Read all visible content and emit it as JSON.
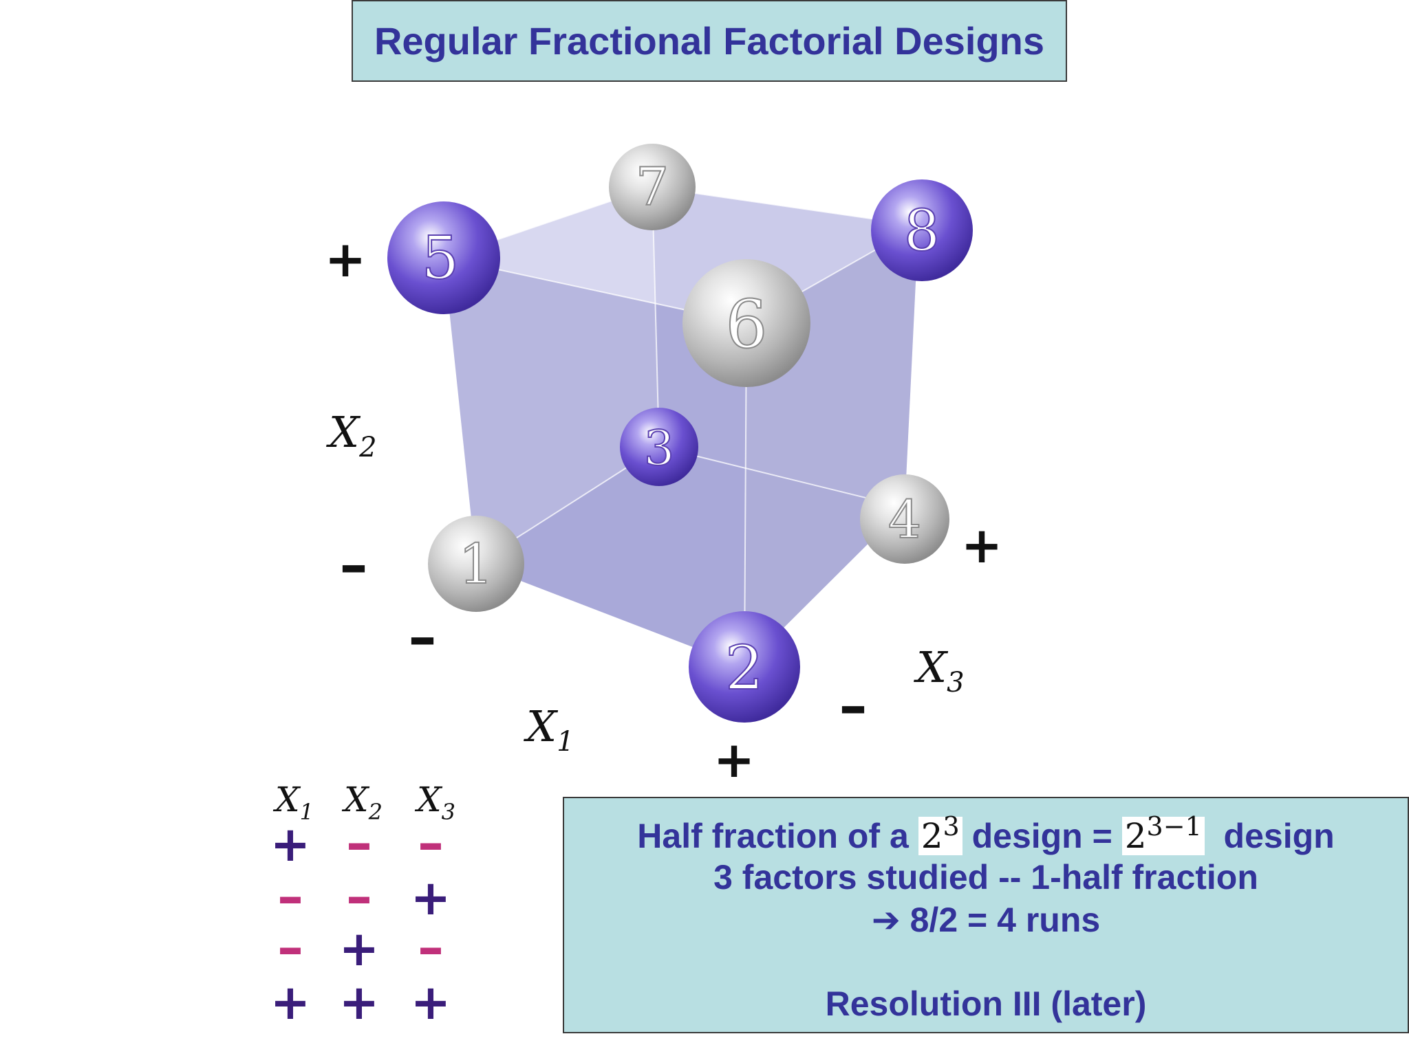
{
  "title": "Regular Fractional Factorial Designs",
  "colors": {
    "title_bg": "#b8dfe2",
    "title_text": "#33339a",
    "cube_face": "#8585c8",
    "sphere_purple": "#6a50d0",
    "sphere_gray": "#c8c8c8",
    "table_plus": "#3a1d7a",
    "table_minus": "#c0307a"
  },
  "cube": {
    "spheres": [
      {
        "label": "1",
        "style": "gray"
      },
      {
        "label": "2",
        "style": "purple"
      },
      {
        "label": "3",
        "style": "purple"
      },
      {
        "label": "4",
        "style": "gray"
      },
      {
        "label": "5",
        "style": "purple"
      },
      {
        "label": "6",
        "style": "gray"
      },
      {
        "label": "7",
        "style": "gray"
      },
      {
        "label": "8",
        "style": "purple"
      }
    ],
    "axis_labels": {
      "x1": {
        "base": "X",
        "sub": "1"
      },
      "x2": {
        "base": "X",
        "sub": "2"
      },
      "x3": {
        "base": "X",
        "sub": "3"
      }
    },
    "signs": {
      "x2_plus": "+",
      "x2_minus": "–",
      "x1_minus": "–",
      "x1_plus": "+",
      "x3_minus": "–",
      "x3_plus": "+"
    }
  },
  "design_table": {
    "headers": [
      {
        "base": "X",
        "sub": "1"
      },
      {
        "base": "X",
        "sub": "2"
      },
      {
        "base": "X",
        "sub": "3"
      }
    ],
    "rows": [
      [
        "+",
        "–",
        "–"
      ],
      [
        "–",
        "–",
        "+"
      ],
      [
        "–",
        "+",
        "–"
      ],
      [
        "+",
        "+",
        "+"
      ]
    ]
  },
  "info": {
    "line1_prefix": "Half fraction of a",
    "full_base": "2",
    "full_exp": "3",
    "line1_mid": "design =",
    "frac_base": "2",
    "frac_exp": "3−1",
    "line1_suffix": "design",
    "line2": "3 factors studied -- 1-half fraction",
    "arrow": "➔",
    "line3": "8/2 = 4 runs",
    "line4": "Resolution III (later)"
  }
}
